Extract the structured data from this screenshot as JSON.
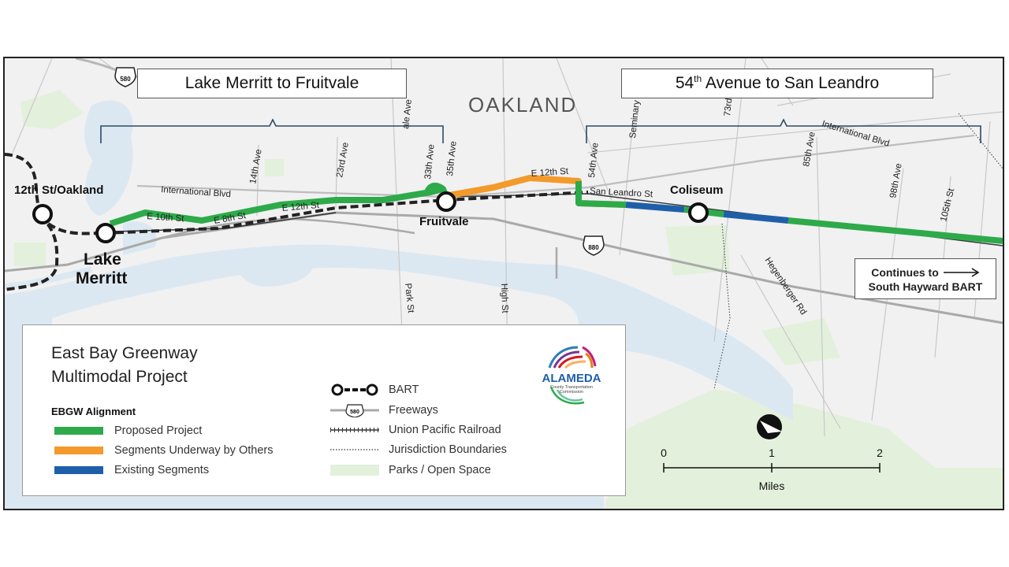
{
  "sections": {
    "left": {
      "label": "Lake Merritt to Fruitvale"
    },
    "right": {
      "label_pre": "54",
      "label_sup": "th",
      "label_post": " Avenue to San Leandro"
    }
  },
  "city_label": "OAKLAND",
  "stations": {
    "twelfth_st": "12th St/Oakland",
    "lake_merritt_line1": "Lake",
    "lake_merritt_line2": "Merritt",
    "fruitvale": "Fruitvale",
    "coliseum": "Coliseum"
  },
  "streets": {
    "international_blvd_west": "International Blvd",
    "international_blvd_east": "International Blvd",
    "e10th": "E 10th St",
    "e8th": "E 8th St",
    "e12th_west": "E 12th St",
    "e12th_east": "E 12th St",
    "san_leandro_st": "San Leandro St",
    "ave14": "14th Ave",
    "ave23": "23rd Ave",
    "ave33": "33th Ave",
    "ave35": "35th Ave",
    "ave_fruitvale_partial": "ale Ave",
    "ave54": "54th Ave",
    "seminary": "Seminary",
    "ave73": "73rd",
    "ave85": "85th Ave",
    "ave98": "98th Ave",
    "st105": "105th St",
    "park_st": "Park St",
    "high_st": "High St",
    "hegenberger": "Hegenberger Rd"
  },
  "freeway_shields": {
    "i580": "580",
    "i880": "880"
  },
  "continues_box": {
    "line1": "Continues to",
    "line2": "South Hayward BART"
  },
  "legend": {
    "title_line1": "East Bay Greenway",
    "title_line2": "Multimodal Project",
    "alignment_heading": "EBGW Alignment",
    "alignment_items": [
      {
        "label": "Proposed Project",
        "color": "#2eaa4a"
      },
      {
        "label": "Segments Underway by Others",
        "color": "#f39a2b"
      },
      {
        "label": "Existing Segments",
        "color": "#1f5fa9"
      }
    ],
    "other_items": [
      {
        "label": "BART",
        "icon": "bart-line-icon"
      },
      {
        "label": "Freeways",
        "icon": "freeway-icon",
        "shield": "580"
      },
      {
        "label": "Union Pacific Railroad",
        "icon": "railroad-icon"
      },
      {
        "label": "Jurisdiction Boundaries",
        "icon": "boundary-icon"
      },
      {
        "label": "Parks / Open Space",
        "icon": "park-icon",
        "color": "#e3f0db"
      }
    ]
  },
  "logo": {
    "word": "ALAMEDA",
    "sub1": "County Transportation",
    "sub2": "Commission"
  },
  "scale": {
    "ticks": [
      "0",
      "1",
      "2"
    ],
    "unit": "Miles"
  },
  "colors": {
    "proposed": "#2eaa4a",
    "underway": "#f39a2b",
    "existing": "#1f5fa9",
    "water": "#dce8f1",
    "park": "#e3f0db",
    "land": "#f1f1f1"
  }
}
